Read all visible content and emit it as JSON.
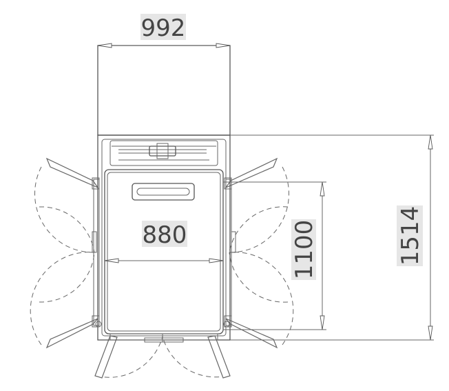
{
  "dimensions": {
    "overall_width": "992",
    "inner_width": "880",
    "inner_depth": "1100",
    "overall_depth": "1514"
  },
  "colors": {
    "line": "#555555",
    "label_background": "#e6e6e6",
    "text": "#444444"
  }
}
